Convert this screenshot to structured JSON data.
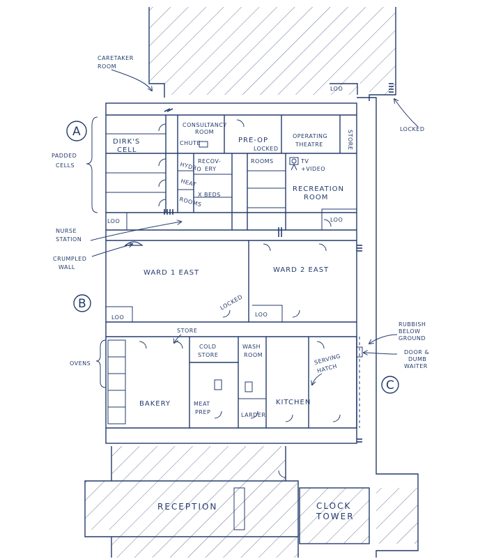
{
  "colors": {
    "ink": "#233a6b",
    "paper": "#ffffff"
  },
  "sections": {
    "a": "A",
    "b": "B",
    "c": "C"
  },
  "rooms": {
    "caretaker1": "CARETAKER",
    "caretaker2": "ROOM",
    "dirks1": "DIRK'S",
    "dirks2": "CELL",
    "consult1": "CONSULTANCY",
    "consult2": "ROOM",
    "chute": "CHUTE",
    "preop": "PRE-OP",
    "locked_preop": "LOCKED",
    "operating1": "OPERATING",
    "operating2": "THEATRE",
    "store_vertical": "STORE",
    "hydro": "HYDRO",
    "heat": "HEAT",
    "rooms_small": "ROOMS",
    "recovery1": "RECOV-",
    "recovery2": "ERY",
    "rooms_label": "ROOMS",
    "tv1": "TV",
    "tv2": "+VIDEO",
    "beds": "X BEDS",
    "recreation1": "RECREATION",
    "recreation2": "ROOM",
    "loo": "LOO",
    "ward1": "WARD 1  EAST",
    "ward2": "WARD 2  EAST",
    "locked_ward": "LOCKED",
    "store_kitchen": "STORE",
    "cold1": "COLD",
    "cold2": "STORE",
    "wash1": "WASH",
    "wash2": "ROOM",
    "serving1": "SERVING",
    "serving2": "HATCH",
    "bakery": "BAKERY",
    "meat1": "MEAT",
    "meat2": "PREP",
    "larder": "LARDER",
    "kitchen": "KITCHEN",
    "reception": "RECEPTION",
    "clock1": "CLOCK",
    "clock2": "TOWER"
  },
  "annotations": {
    "padded1": "PADDED",
    "padded2": "CELLS",
    "nurse1": "NURSE",
    "nurse2": "STATION",
    "crumpled1": "CRUMPLED",
    "crumpled2": "WALL",
    "locked_right": "LOCKED",
    "ovens": "OVENS",
    "rubbish1": "RUBBISH",
    "rubbish2": "BELOW",
    "rubbish3": "GROUND",
    "door1": "DOOR &",
    "door2": "DUMB",
    "door3": "WAITER"
  }
}
